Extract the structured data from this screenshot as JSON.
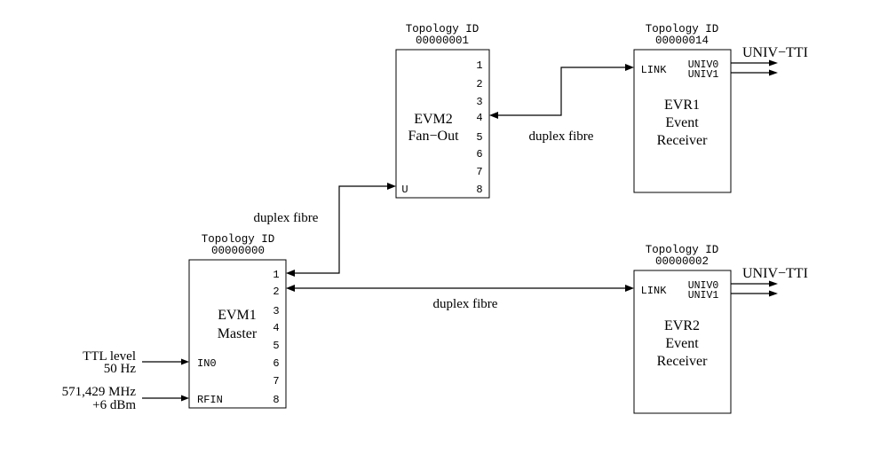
{
  "nodes": {
    "evm1": {
      "topology_label": "Topology ID",
      "topology_id": "00000000",
      "name": "EVM1",
      "role": "Master",
      "ports": [
        "1",
        "2",
        "3",
        "4",
        "5",
        "6",
        "7",
        "8"
      ],
      "input_in0": "IN0",
      "input_rfin": "RFIN"
    },
    "evm2": {
      "topology_label": "Topology ID",
      "topology_id": "00000001",
      "name": "EVM2",
      "role": "Fan−Out",
      "ports": [
        "1",
        "2",
        "3",
        "4",
        "5",
        "6",
        "7",
        "8"
      ],
      "upstream": "U"
    },
    "evr1": {
      "topology_label": "Topology ID",
      "topology_id": "00000014",
      "name": "EVR1",
      "role_line1": "Event",
      "role_line2": "Receiver",
      "link": "LINK",
      "out0": "UNIV0",
      "out1": "UNIV1",
      "output_label": "UNIV−TTI"
    },
    "evr2": {
      "topology_label": "Topology ID",
      "topology_id": "00000002",
      "name": "EVR2",
      "role_line1": "Event",
      "role_line2": "Receiver",
      "link": "LINK",
      "out0": "UNIV0",
      "out1": "UNIV1",
      "output_label": "UNIV−TTI"
    }
  },
  "external_inputs": {
    "ttl_line1": "TTL level",
    "ttl_line2": "50 Hz",
    "rf_line1": "571,429 MHz",
    "rf_line2": "+6 dBm"
  },
  "links": {
    "evm1_evm2": "duplex fibre",
    "evm2_evr1": "duplex fibre",
    "evm1_evr2": "duplex fibre"
  }
}
